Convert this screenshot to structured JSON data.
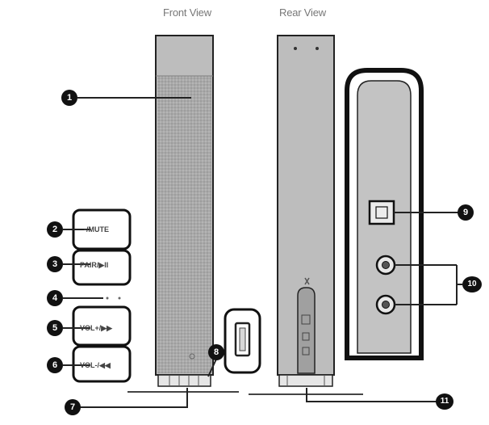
{
  "view_labels": {
    "front": "Front View",
    "rear": "Rear View"
  },
  "button_labels": {
    "mute": "-/MUTE",
    "pair": "PAIR/▶II",
    "vol_up": "VOL+/▶▶",
    "vol_down": "VOL-/◀◀"
  },
  "callouts": [
    "1",
    "2",
    "3",
    "4",
    "5",
    "6",
    "7",
    "8",
    "9",
    "10",
    "11"
  ],
  "colors": {
    "callout_fill": "#111111",
    "outline": "#222222",
    "speaker_fill": "#bdbdbd",
    "grille_fill": "#a9a9a9"
  }
}
